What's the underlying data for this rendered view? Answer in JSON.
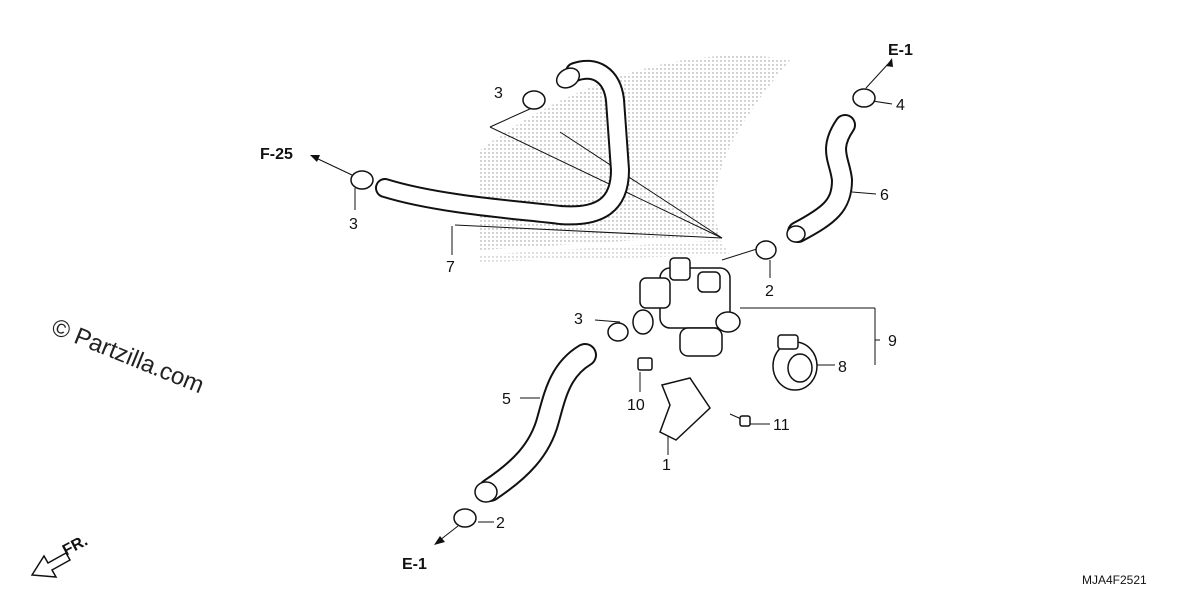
{
  "diagram": {
    "references": {
      "f25": "F-25",
      "e1_top": "E-1",
      "e1_bottom": "E-1",
      "front": "FR."
    },
    "callouts": {
      "c1": "1",
      "c2_upper": "2",
      "c2_lower": "2",
      "c3_top": "3",
      "c3_left": "3",
      "c3_mid": "3",
      "c4": "4",
      "c5": "5",
      "c6": "6",
      "c7": "7",
      "c8": "8",
      "c9": "9",
      "c10": "10",
      "c11": "11"
    },
    "watermark": "© Partzilla.com",
    "diagram_code": "MJA4F2521"
  }
}
